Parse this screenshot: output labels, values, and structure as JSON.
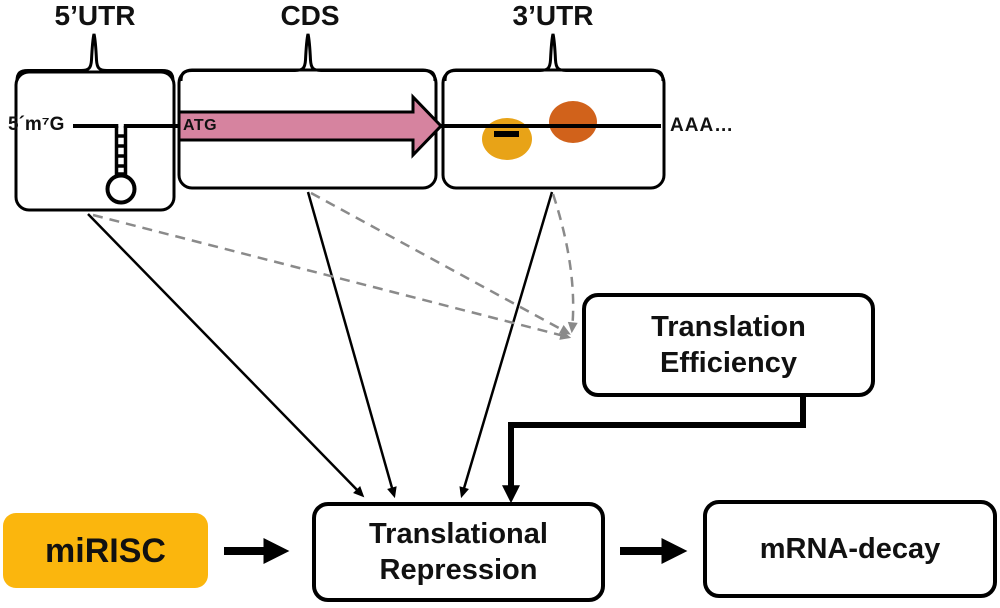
{
  "regions": {
    "utr5": {
      "label": "5’UTR"
    },
    "cds": {
      "label": "CDS",
      "start_codon": "ATG"
    },
    "utr3": {
      "label": "3’UTR"
    }
  },
  "mrna": {
    "cap": "5´m⁷G",
    "poly_a": "AAA…"
  },
  "nodes": {
    "translation_efficiency": {
      "line1": "Translation",
      "line2": "Efficiency"
    },
    "translational_repression": {
      "line1": "Translational",
      "line2": "Repression"
    },
    "mirisc": {
      "label": "miRISC"
    },
    "mrna_decay": {
      "label": "mRNA-decay"
    }
  },
  "colors": {
    "cds_arrow": "#D6839F",
    "target_site_small": "#E8A317",
    "target_site_large": "#D1621B",
    "mirisc_fill": "#FBB60D",
    "dashed_arrow": "#8A8A8A",
    "outline": "#000000"
  }
}
